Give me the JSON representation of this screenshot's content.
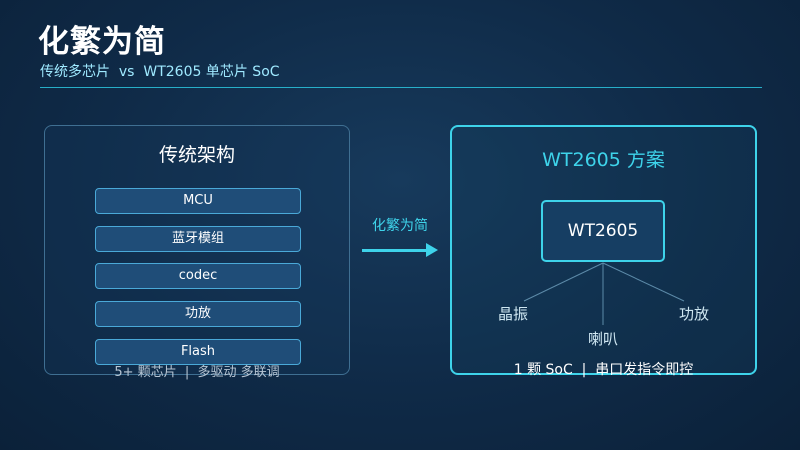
{
  "header": {
    "title": "化繁为简",
    "subtitle": "传统多芯片  vs  WT2605 单芯片 SoC"
  },
  "left_panel": {
    "title": "传统架构",
    "chips": [
      "MCU",
      "蓝牙模组",
      "codec",
      "功放",
      "Flash"
    ],
    "caption": "5+ 颗芯片  |  多驱动 多联调"
  },
  "arrow": {
    "label": "化繁为简"
  },
  "right_panel": {
    "title": "WT2605 方案",
    "soc": "WT2605",
    "nodes": [
      "晶振",
      "喇叭",
      "功放"
    ],
    "caption": "1 颗 SoC  |  串口发指令即控"
  }
}
